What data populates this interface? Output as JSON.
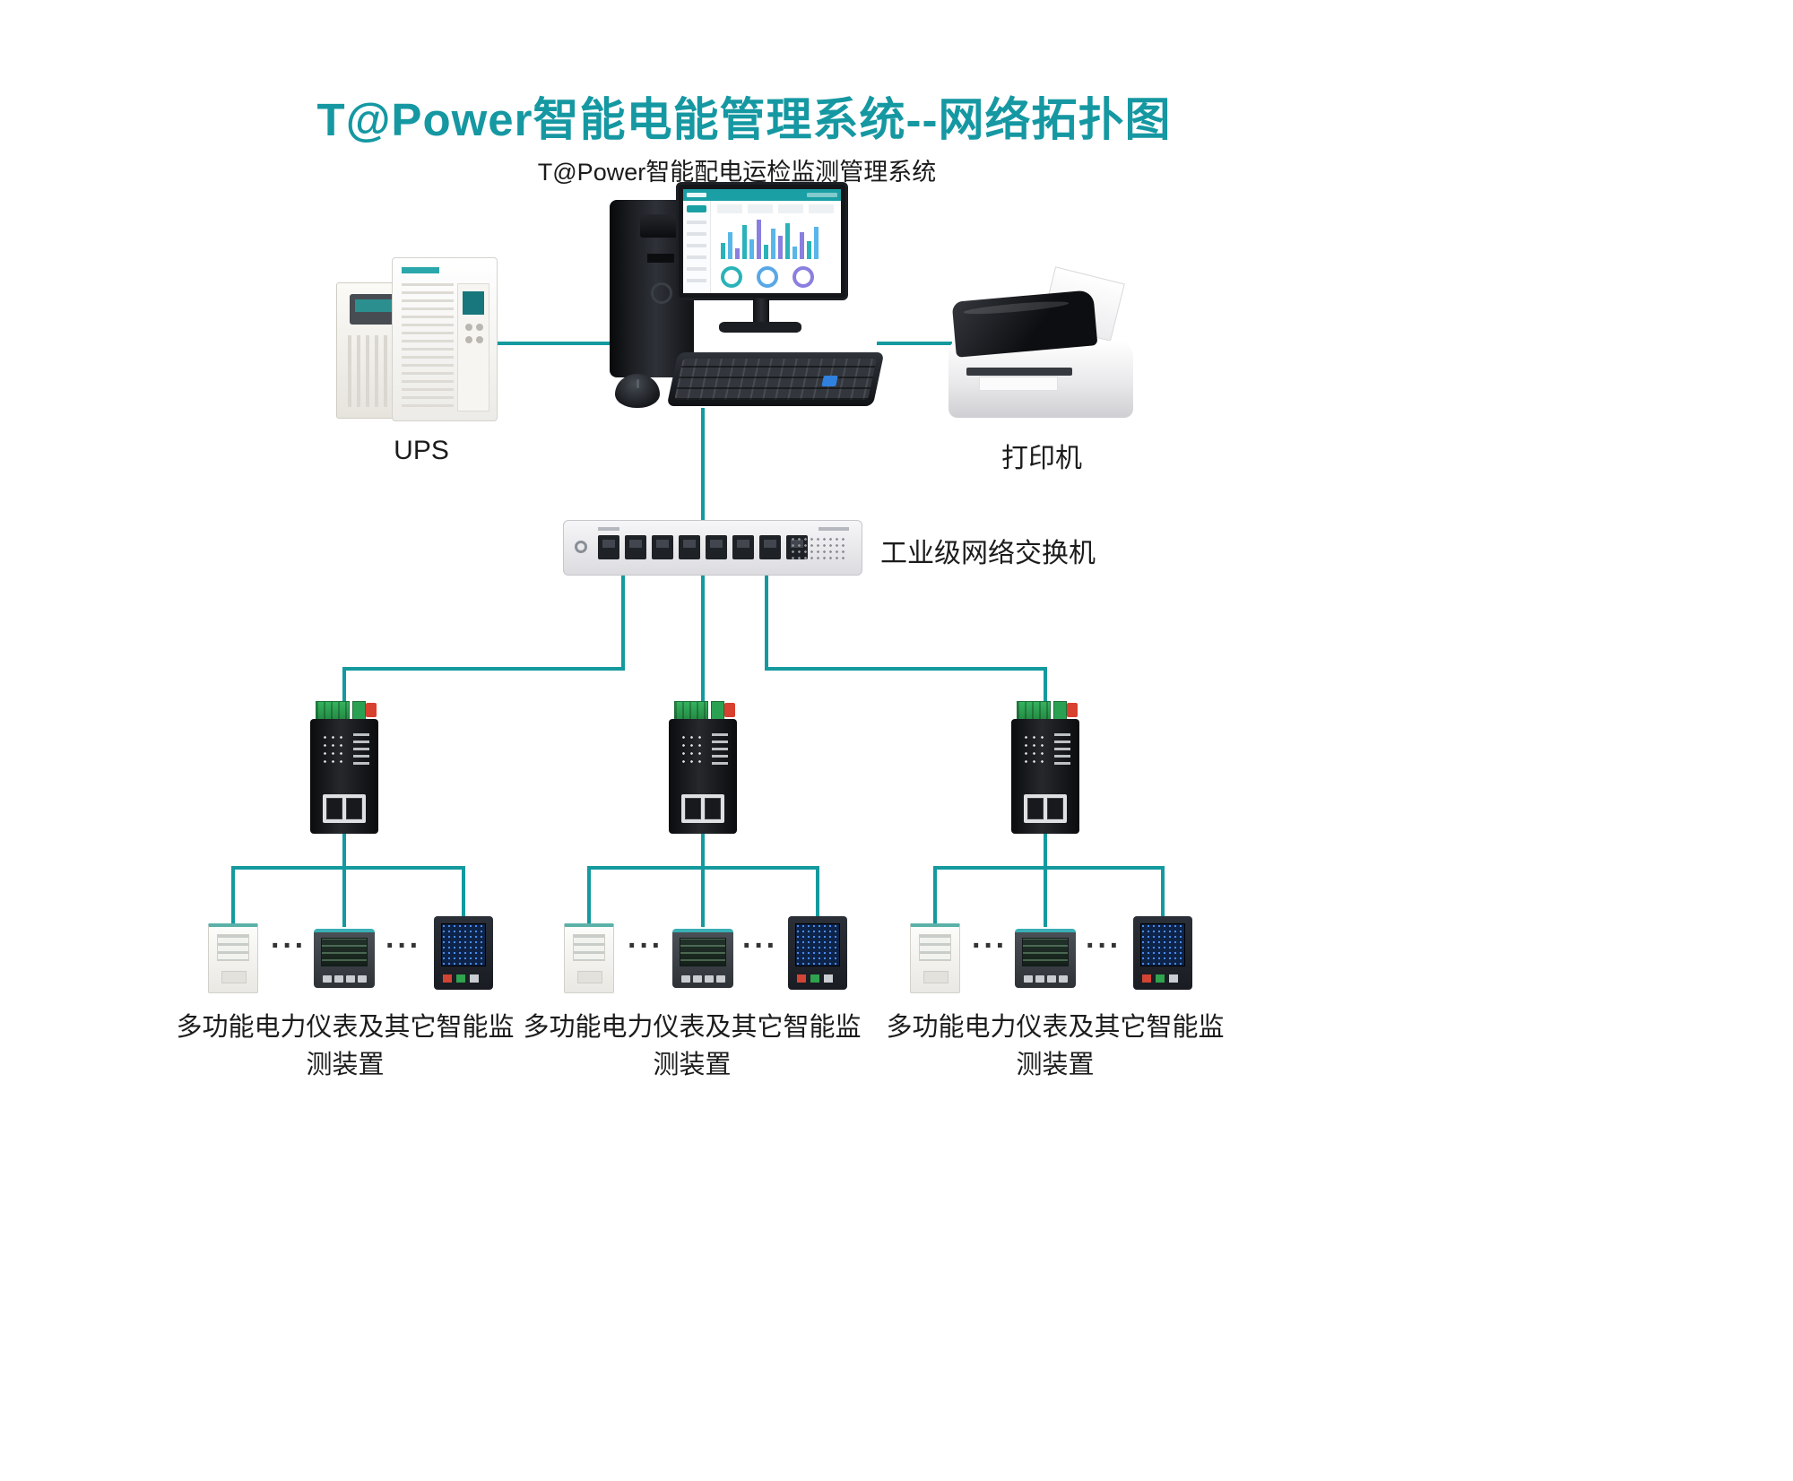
{
  "title": "T@Power智能电能管理系统--网络拓扑图",
  "subtitle": "T@Power智能配电运检监测管理系统",
  "labels": {
    "ups": "UPS",
    "printer": "打印机",
    "switch": "工业级网络交换机",
    "ellipsis": "···"
  },
  "meter_groups": [
    {
      "label": "多功能电力仪表及其它智能监测装置"
    },
    {
      "label": "多功能电力仪表及其它智能监测装置"
    },
    {
      "label": "多功能电力仪表及其它智能监测装置"
    }
  ],
  "colors": {
    "accent_teal": "#1598a2",
    "connector_teal": "#149a9e"
  }
}
